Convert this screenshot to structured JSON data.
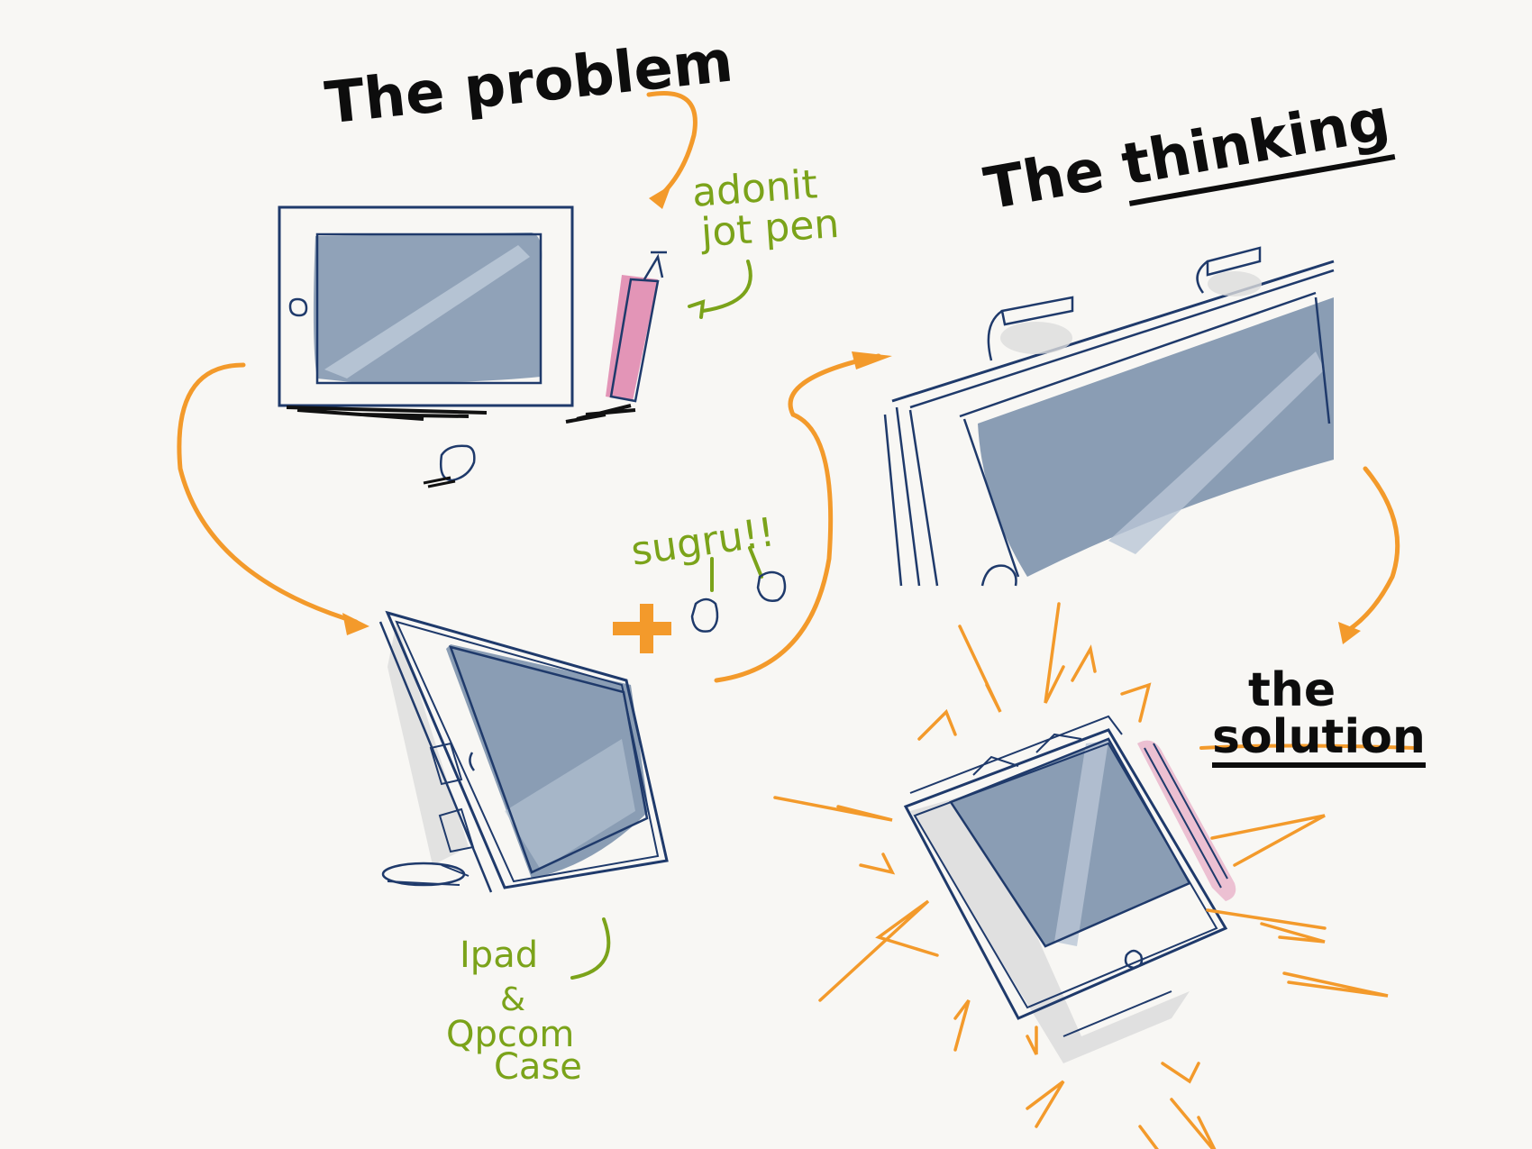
{
  "colors": {
    "background": "#f8f7f4",
    "ink": "#1f3a6b",
    "title_ink": "#0d0d0d",
    "screen_fill": "#8a9db4",
    "screen_highlight": "#b9c6d6",
    "shadow": "#dcdcdc",
    "arrow": "#f39a2b",
    "note_green": "#7ba31a",
    "pen_pink": "#e08ab0"
  },
  "sections": {
    "problem": {
      "title": "The problem",
      "annotation": "adonit jot pen",
      "annotation_lines": [
        "adonit",
        "jot pen"
      ]
    },
    "case": {
      "annotation_lines": [
        "Ipad",
        "&",
        "Qpcom",
        "Case"
      ],
      "sugru_label": "sugru!!",
      "plus_symbol": "+"
    },
    "thinking": {
      "title_prefix": "The ",
      "title_main": "thinking"
    },
    "solution": {
      "title_line1": "the",
      "title_line2": "solution"
    }
  },
  "icons": {
    "arrow": "curved-arrow",
    "burst": "sunburst-strokes",
    "tablet": "tablet-sketch",
    "stylus": "stylus-pen",
    "sugru_blob": "putty-blob"
  }
}
